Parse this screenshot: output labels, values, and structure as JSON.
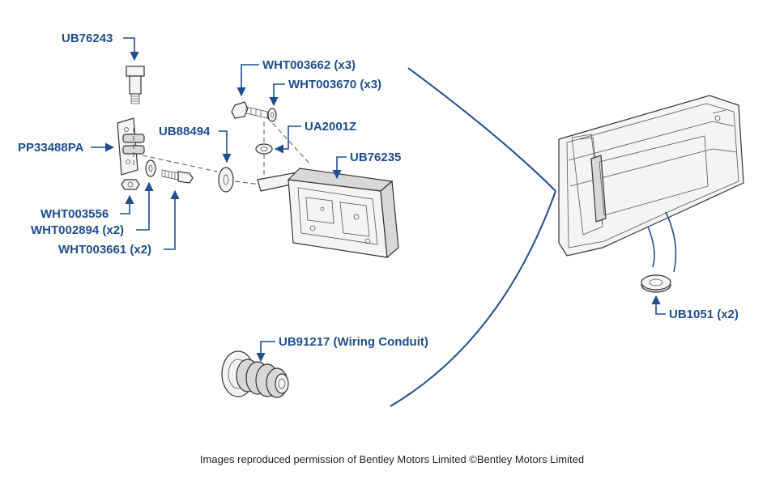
{
  "colors": {
    "label": "#1f4e8c",
    "leader": "#1f4e8c",
    "drawing": "#333333"
  },
  "labels": {
    "ub76243": "UB76243",
    "wht003662": "WHT003662 (x3)",
    "wht003670": "WHT003670 (x3)",
    "ua2001z": "UA2001Z",
    "ub88494": "UB88494",
    "pp33488pa": "PP33488PA",
    "ub76235": "UB76235",
    "wht003556": "WHT003556",
    "wht002894": "WHT002894 (x2)",
    "wht003661": "WHT003661 (x2)",
    "ub91217": "UB91217 (Wiring Conduit)",
    "ub1051": "UB1051 (x2)"
  },
  "footer": {
    "credit": "Images reproduced permission of Bentley Motors Limited ©Bentley Motors Limited"
  }
}
